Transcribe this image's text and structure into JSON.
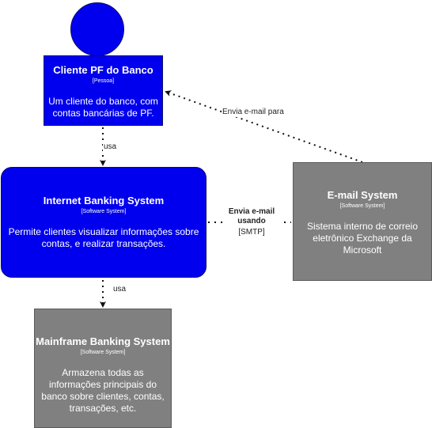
{
  "person": {
    "name": "Cliente PF do Banco",
    "kind": "[Pessoa]",
    "description": "Um cliente do banco, com contas bancárias de PF."
  },
  "internet_banking": {
    "name": "Internet Banking System",
    "kind": "[Software System]",
    "description": "Permite clientes visualizar informações sobre contas, e realizar transações."
  },
  "email_system": {
    "name": "E-mail System",
    "kind": "[Software System]",
    "description": "Sistema interno de correio eletrônico Exchange da Microsoft"
  },
  "mainframe": {
    "name": "Mainframe Banking System",
    "kind": "[Software System]",
    "description": "Armazena todas as informações principais do banco sobre clientes, contas, transações, etc."
  },
  "edges": {
    "person_to_ibs": "usa",
    "ibs_to_mainframe": "usa",
    "ibs_to_email": "Envia e-mail usando",
    "ibs_to_email_tech": "[SMTP]",
    "email_to_person": "Envia e-mail para"
  },
  "colors": {
    "internal": "#0000ee",
    "external": "#808080",
    "text": "#ffffff"
  }
}
